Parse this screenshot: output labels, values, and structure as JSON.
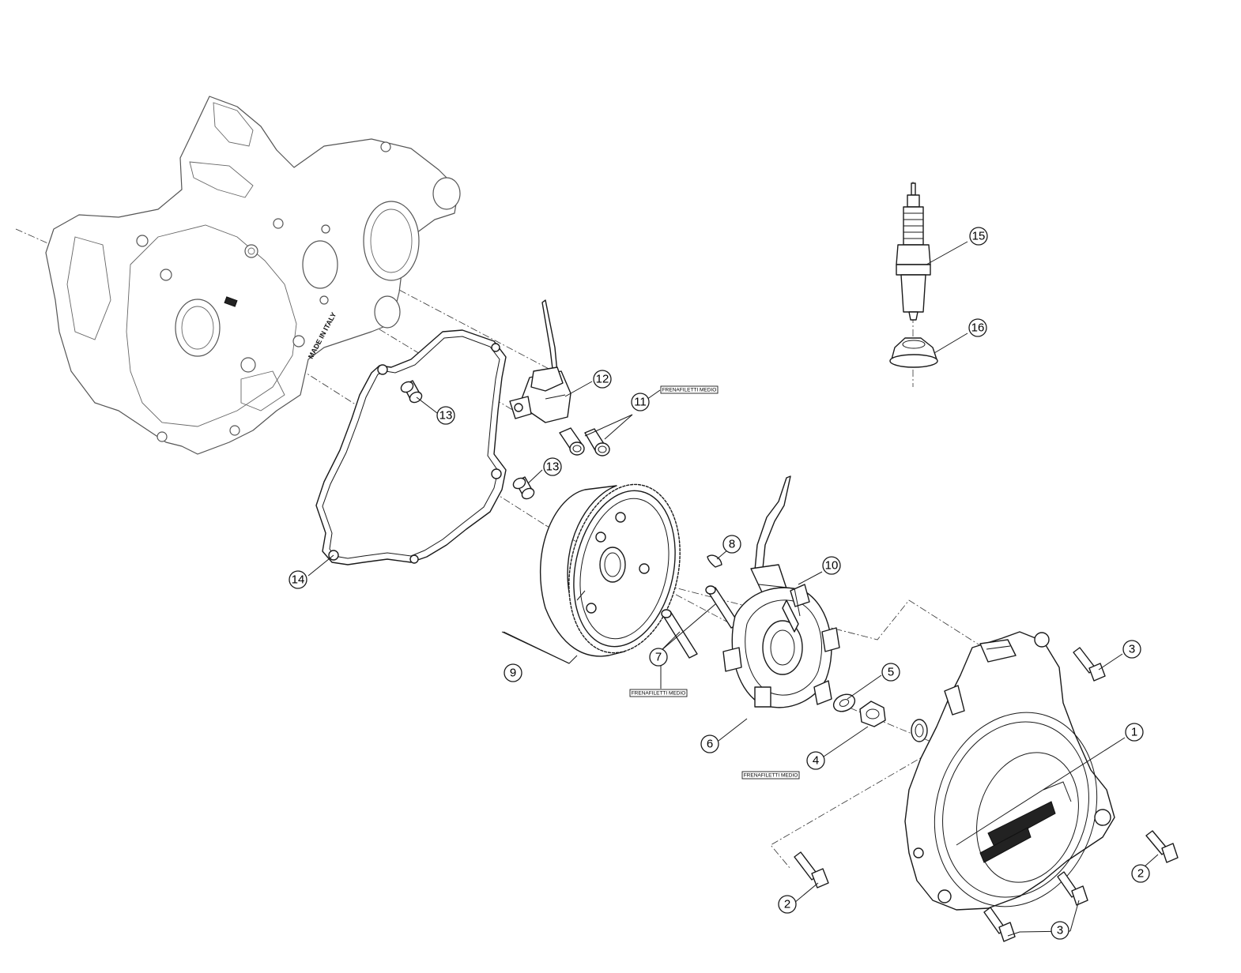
{
  "callouts": [
    {
      "id": "c1",
      "label": "1"
    },
    {
      "id": "c2a",
      "label": "2"
    },
    {
      "id": "c2b",
      "label": "2"
    },
    {
      "id": "c3a",
      "label": "3"
    },
    {
      "id": "c3b",
      "label": "3"
    },
    {
      "id": "c4",
      "label": "4"
    },
    {
      "id": "c5",
      "label": "5"
    },
    {
      "id": "c6",
      "label": "6"
    },
    {
      "id": "c7",
      "label": "7"
    },
    {
      "id": "c8",
      "label": "8"
    },
    {
      "id": "c9",
      "label": "9"
    },
    {
      "id": "c10",
      "label": "10"
    },
    {
      "id": "c11",
      "label": "11"
    },
    {
      "id": "c12",
      "label": "12"
    },
    {
      "id": "c13a",
      "label": "13"
    },
    {
      "id": "c13b",
      "label": "13"
    },
    {
      "id": "c14",
      "label": "14"
    },
    {
      "id": "c15",
      "label": "15"
    },
    {
      "id": "c16",
      "label": "16"
    }
  ],
  "notes": {
    "note_11": "FRENAFILETTI MEDIO",
    "note_7": "FRENAFILETTI MEDIO",
    "note_4": "FRENAFILETTI MEDIO"
  },
  "casting_text": {
    "made_in_italy": "MADE IN ITALY"
  }
}
